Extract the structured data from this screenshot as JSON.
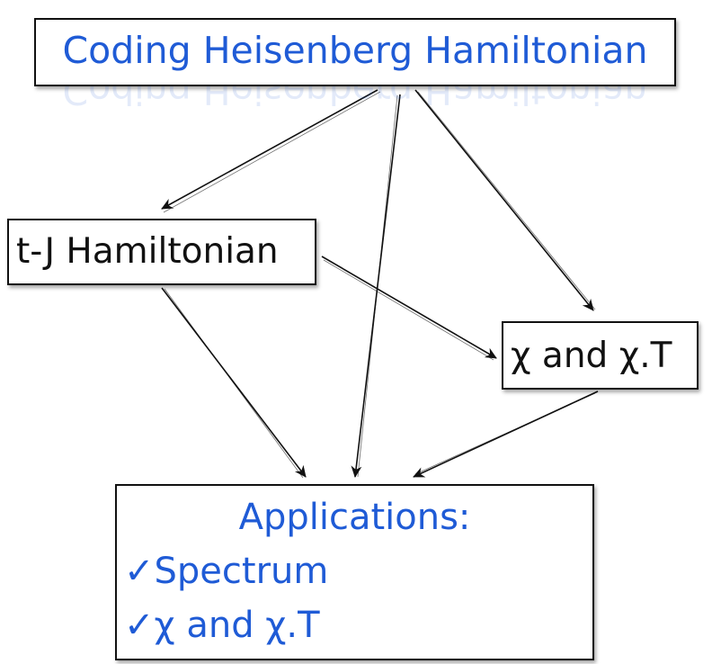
{
  "title_node": {
    "label": "Coding Heisenberg Hamiltonian"
  },
  "tj_node": {
    "label": "t-J Hamiltonian"
  },
  "chi_node": {
    "label": "χ and χ.T"
  },
  "applications_node": {
    "heading": "Applications:",
    "items": [
      {
        "check": "✓",
        "label": "Spectrum"
      },
      {
        "check": "✓",
        "label": "χ and χ.T"
      }
    ]
  },
  "colors": {
    "accent": "#1f5bd6",
    "stroke": "#111111"
  }
}
